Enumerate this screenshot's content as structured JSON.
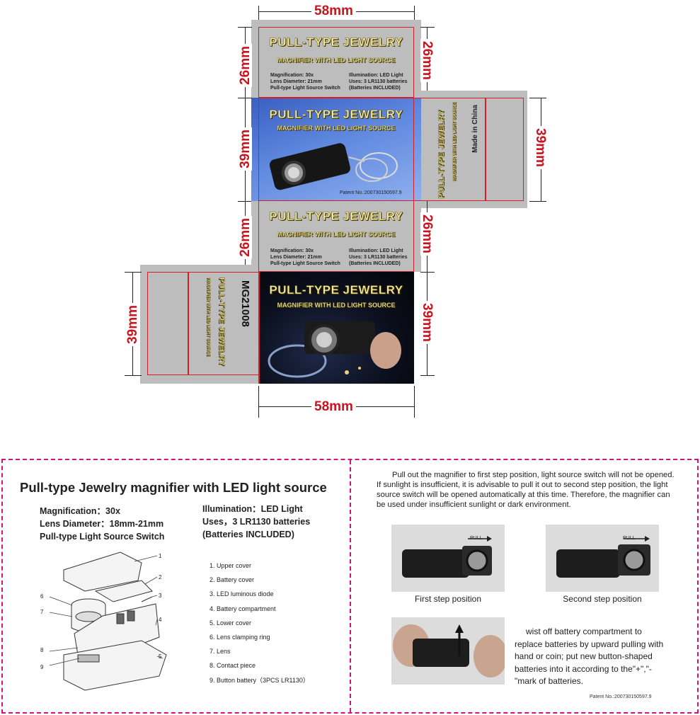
{
  "dieline": {
    "dimensions": {
      "width_top": "58mm",
      "width_bottom": "58mm",
      "left_26_top": "26mm",
      "left_39": "39mm",
      "left_26_bottom": "26mm",
      "right_26_top": "26mm",
      "right_39_side": "39mm",
      "right_26_bottom": "26mm",
      "right_39_bottom": "39mm",
      "left_39_bottom": "39mm"
    },
    "box_title": "PULL-TYPE JEWELRY",
    "box_subtitle": "MAGNIFIER WITH LED LIGHT SOURCE",
    "spec_left": [
      "Magnification: 30x",
      "Lens Diameter: 21mm",
      "Pull-type Light Source Switch"
    ],
    "spec_right": [
      "Illumination: LED Light",
      "Uses: 3 LR1130 batteries",
      "(Batteries INCLUDED)"
    ],
    "patent_small": "Patent No.:200730150597.9",
    "made_in": "Made in China",
    "model": "MG21008"
  },
  "instructions": {
    "title": "Pull-type Jewelry magnifier with LED light source",
    "specs_left": [
      "Magnification：30x",
      "Lens Diameter：18mm-21mm",
      "Pull-type Light Source Switch"
    ],
    "specs_right": [
      "Illumination：LED Light",
      "Uses，3 LR1130 batteries",
      "(Batteries INCLUDED)"
    ],
    "parts": [
      "1. Upper cover",
      "2. Battery cover",
      "3. LED luminous diode",
      "4. Battery compartment",
      "5. Lower cover",
      "6. Lens clamping ring",
      "7. Lens",
      "8. Contact piece",
      "9. Button battery（3PCS LR1130）"
    ],
    "callouts": [
      "1",
      "2",
      "3",
      "4",
      "5",
      "6",
      "7",
      "8",
      "9"
    ],
    "pull_paragraph": "Pull out the magnifier to first step position, light source switch will not be opened. If sunlight is insufficient, it is advisable to pull it out to second step position, the light source switch will be opened automatically at this time. Therefore, the magnifier can be used under insufficient sunlight or dark environment.",
    "pull_label": "PULL",
    "first_step": "First step position",
    "second_step": "Second step position",
    "battery_paragraph": "wist off battery compartment to replace batteries by upward pulling with hand or coin; put new button-shaped batteries into it according to the\"+\",\"-\"mark of batteries.",
    "patent": "Patent No.:200730150597.9"
  }
}
